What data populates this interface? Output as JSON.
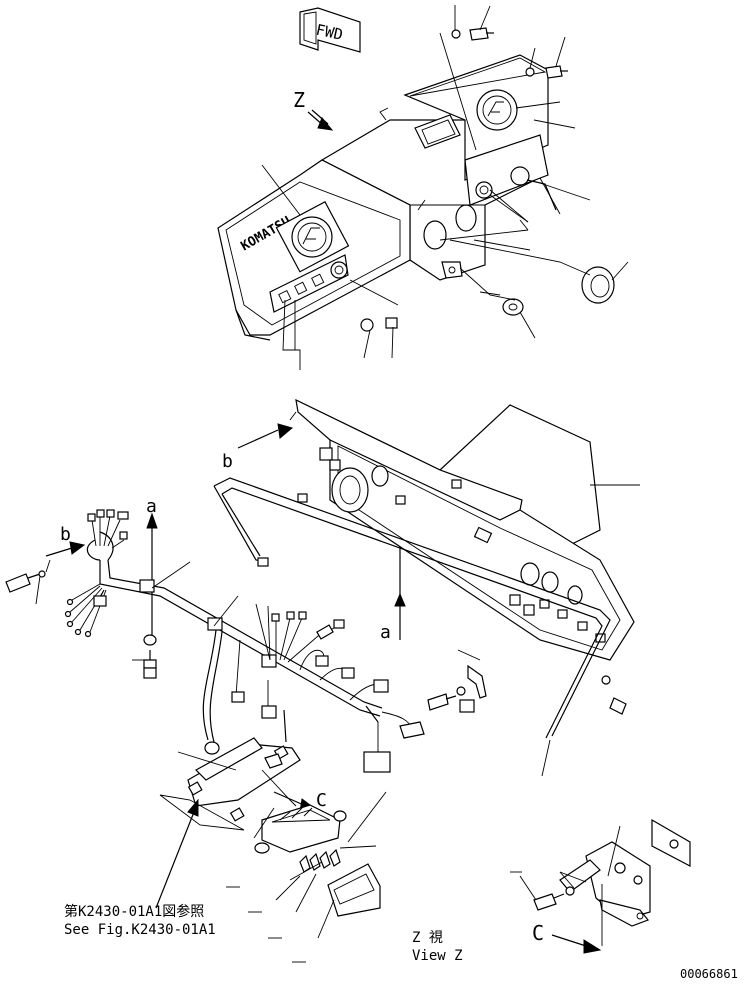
{
  "labels": {
    "fwd": "FWD",
    "brand": "KOMATSU",
    "z_marker": "Z",
    "b_top": "b",
    "b_left": "b",
    "a_top": "a",
    "a_bottom": "a",
    "c_mid": "C",
    "c_bottom": "C",
    "ref_jp": "第K2430-01A1図参照",
    "ref_en": "See Fig.K2430-01A1",
    "view_jp": "Z 視",
    "view_en": "View Z",
    "drawing_number": "00066861"
  }
}
